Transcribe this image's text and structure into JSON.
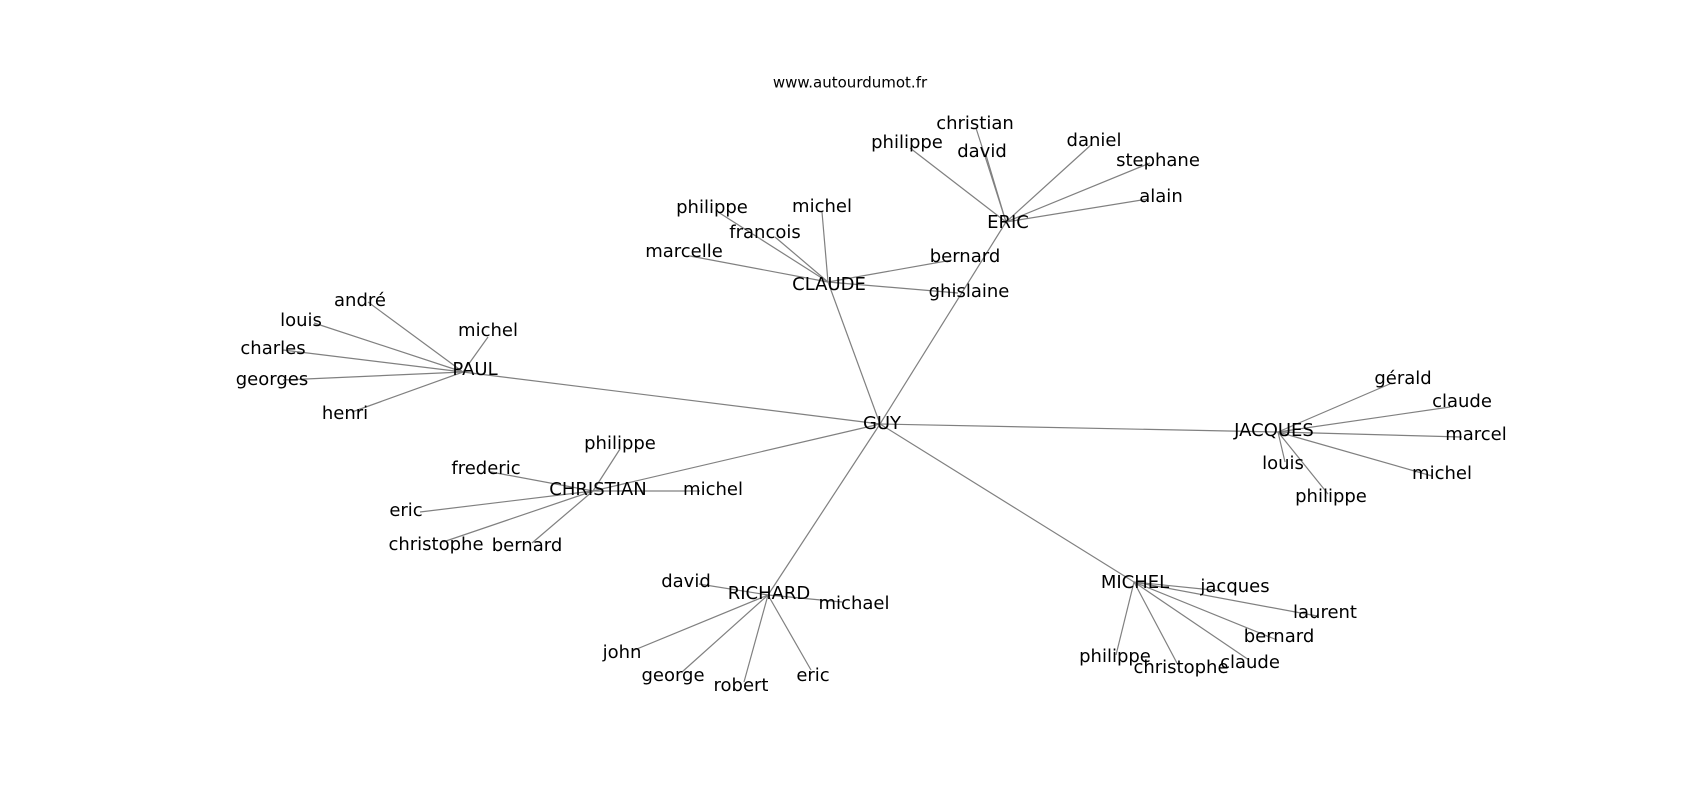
{
  "site_label": "www.autourdumot.fr",
  "root": "GUY",
  "groups": [
    {
      "key": "paul",
      "label": "PAUL",
      "children": [
        {
          "key": "andre",
          "label": "andré"
        },
        {
          "key": "louis",
          "label": "louis"
        },
        {
          "key": "michel",
          "label": "michel"
        },
        {
          "key": "charles",
          "label": "charles"
        },
        {
          "key": "georges",
          "label": "georges"
        },
        {
          "key": "henri",
          "label": "henri"
        }
      ]
    },
    {
      "key": "claude",
      "label": "CLAUDE",
      "children": [
        {
          "key": "philippe",
          "label": "philippe"
        },
        {
          "key": "michel",
          "label": "michel"
        },
        {
          "key": "francois",
          "label": "francois"
        },
        {
          "key": "marcelle",
          "label": "marcelle"
        },
        {
          "key": "bernard",
          "label": "bernard"
        },
        {
          "key": "ghislaine",
          "label": "ghislaine"
        }
      ]
    },
    {
      "key": "eric",
      "label": "ERIC",
      "children": [
        {
          "key": "christian",
          "label": "christian"
        },
        {
          "key": "philippe",
          "label": "philippe"
        },
        {
          "key": "david",
          "label": "david"
        },
        {
          "key": "daniel",
          "label": "daniel"
        },
        {
          "key": "stephane",
          "label": "stephane"
        },
        {
          "key": "alain",
          "label": "alain"
        }
      ]
    },
    {
      "key": "christian",
      "label": "CHRISTIAN",
      "children": [
        {
          "key": "philippe",
          "label": "philippe"
        },
        {
          "key": "frederic",
          "label": "frederic"
        },
        {
          "key": "michel",
          "label": "michel"
        },
        {
          "key": "eric",
          "label": "eric"
        },
        {
          "key": "christophe",
          "label": "christophe"
        },
        {
          "key": "bernard",
          "label": "bernard"
        }
      ]
    },
    {
      "key": "richard",
      "label": "RICHARD",
      "children": [
        {
          "key": "david",
          "label": "david"
        },
        {
          "key": "michael",
          "label": "michael"
        },
        {
          "key": "john",
          "label": "john"
        },
        {
          "key": "george",
          "label": "george"
        },
        {
          "key": "robert",
          "label": "robert"
        },
        {
          "key": "eric",
          "label": "eric"
        }
      ]
    },
    {
      "key": "michel",
      "label": "MICHEL",
      "children": [
        {
          "key": "jacques",
          "label": "jacques"
        },
        {
          "key": "laurent",
          "label": "laurent"
        },
        {
          "key": "bernard",
          "label": "bernard"
        },
        {
          "key": "philippe",
          "label": "philippe"
        },
        {
          "key": "christophe",
          "label": "christophe"
        },
        {
          "key": "claude",
          "label": "claude"
        }
      ]
    },
    {
      "key": "jacques",
      "label": "JACQUES",
      "children": [
        {
          "key": "gerald",
          "label": "gérald"
        },
        {
          "key": "claude",
          "label": "claude"
        },
        {
          "key": "marcel",
          "label": "marcel"
        },
        {
          "key": "louis",
          "label": "louis"
        },
        {
          "key": "michel",
          "label": "michel"
        },
        {
          "key": "philippe",
          "label": "philippe"
        }
      ]
    }
  ]
}
